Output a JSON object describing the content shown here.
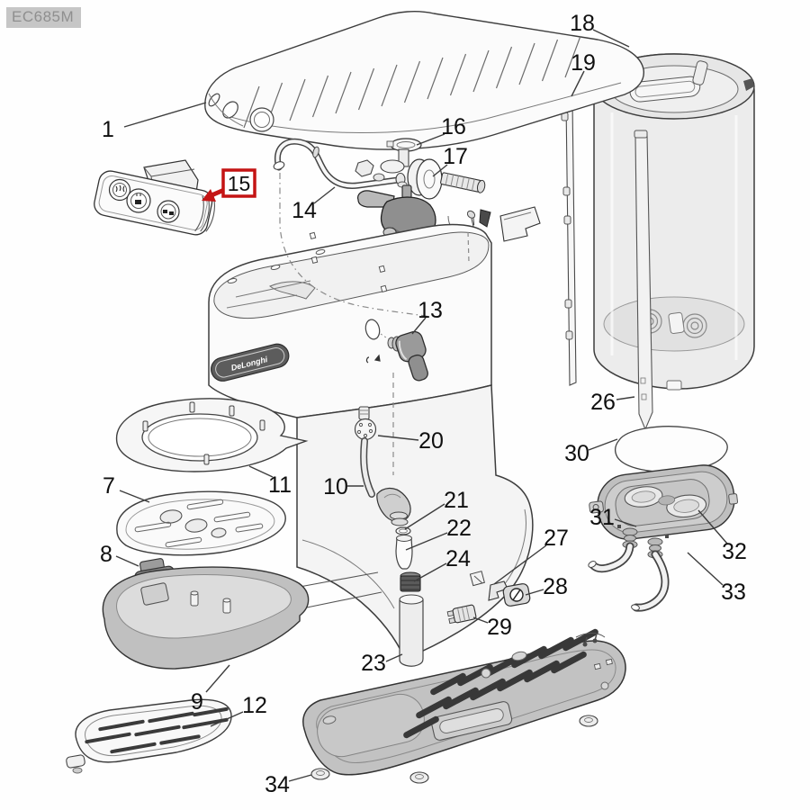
{
  "model_label": "EC685M",
  "brand_badge": "DeLonghi",
  "highlight": {
    "part_number": "15",
    "box_color": "#c41414"
  },
  "colors": {
    "line": "#3d3d3d",
    "highlight_red": "#c41414",
    "model_tag_bg": "#c6c6c6",
    "model_tag_text": "#8f8f8f",
    "dark_part": "#8f8f8f",
    "mid_gray": "#c2c2c2"
  },
  "parts": [
    {
      "number": "1"
    },
    {
      "number": "7"
    },
    {
      "number": "8"
    },
    {
      "number": "9"
    },
    {
      "number": "10"
    },
    {
      "number": "11"
    },
    {
      "number": "12"
    },
    {
      "number": "13"
    },
    {
      "number": "14"
    },
    {
      "number": "15"
    },
    {
      "number": "16"
    },
    {
      "number": "17"
    },
    {
      "number": "18"
    },
    {
      "number": "19"
    },
    {
      "number": "20"
    },
    {
      "number": "21"
    },
    {
      "number": "22"
    },
    {
      "number": "23"
    },
    {
      "number": "24"
    },
    {
      "number": "26"
    },
    {
      "number": "27"
    },
    {
      "number": "28"
    },
    {
      "number": "29"
    },
    {
      "number": "30"
    },
    {
      "number": "31"
    },
    {
      "number": "32"
    },
    {
      "number": "33"
    },
    {
      "number": "34"
    }
  ]
}
